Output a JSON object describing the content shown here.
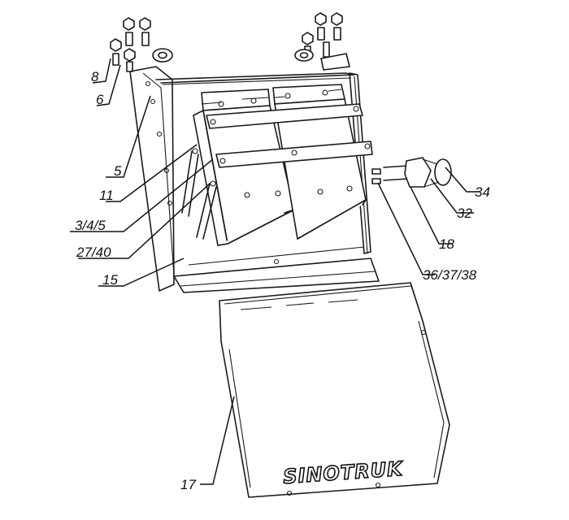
{
  "diagram": {
    "labels": {
      "l8": "8",
      "l6": "6",
      "l5": "5",
      "l11": "11",
      "l345": "3/4/5",
      "l2740": "27/40",
      "l15": "15",
      "l34": "34",
      "l32": "32",
      "l18": "18",
      "l363738": "36/37/38",
      "l17": "17"
    },
    "brand_text": "SINOTRUK"
  }
}
